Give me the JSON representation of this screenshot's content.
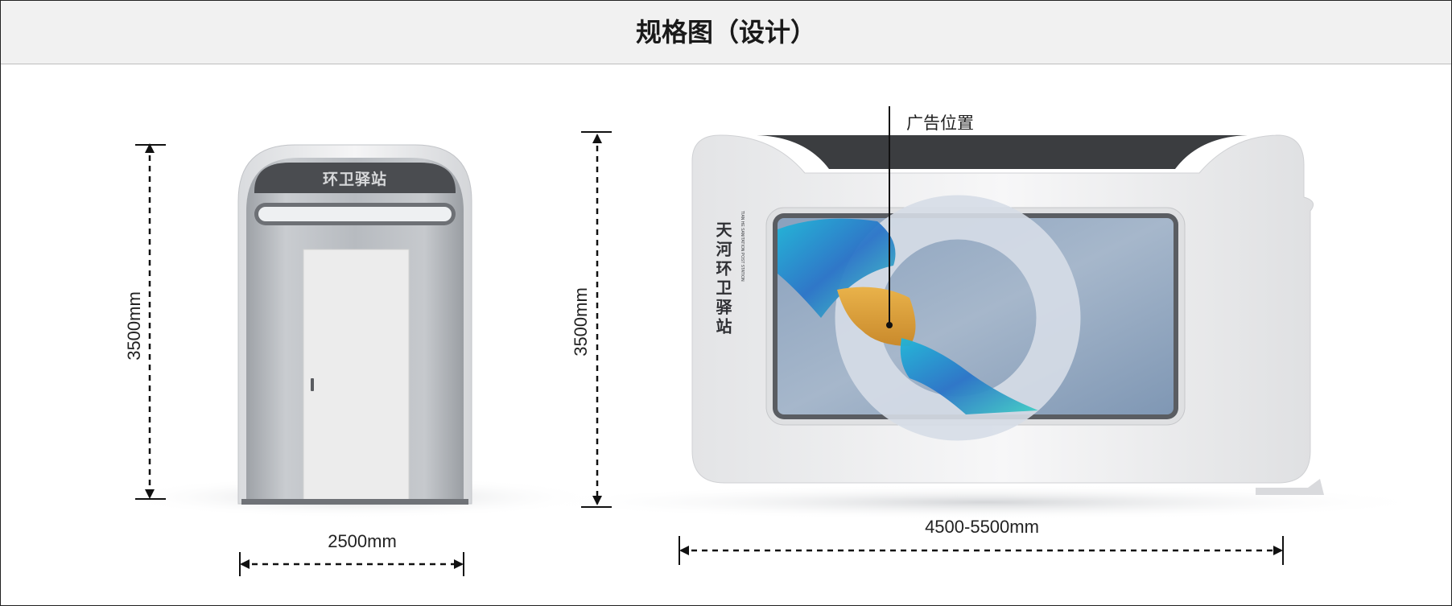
{
  "header": {
    "title": "规格图（设计）"
  },
  "front_view": {
    "sign_text": "环卫驿站",
    "height_label": "3500mm",
    "width_label": "2500mm"
  },
  "side_view": {
    "ad_label": "广告位置",
    "brand_cn": "天河环卫驿站",
    "brand_en": "TIAN HE SANITATION POST STATION",
    "height_label": "3500mm",
    "length_label": "4500-5500mm"
  },
  "colors": {
    "header_bg": "#f1f1f1",
    "body_gray": "#b8bcc1",
    "sign_dark": "#4a4c50",
    "screen_frame": "#5a5d62",
    "screen_bg": "#93a9c2"
  }
}
